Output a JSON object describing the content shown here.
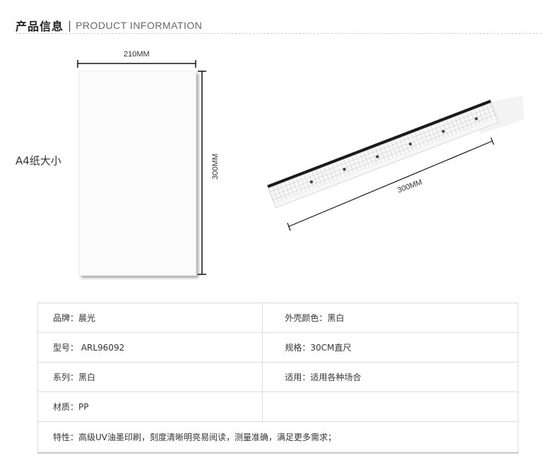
{
  "header": {
    "title_cn": "产品信息",
    "separator": "|",
    "title_en": "PRODUCT INFORMATION"
  },
  "paper_figure": {
    "width_label": "210MM",
    "height_label": "300MM",
    "side_label": "A4纸大小"
  },
  "ruler_figure": {
    "length_label": "300MM"
  },
  "specs": {
    "brand": "品牌：晨光",
    "shell_color": "外壳颜色：黑白",
    "model": "型号： ARL96092",
    "size": "规格：30CM直尺",
    "series": "系列：黑白",
    "usage": "适用：适用各种场合",
    "material": "材质：PP",
    "features": "特性：高级UV油墨印刷，刻度清晰明亮易阅读，测量准确，满足更多需求；"
  },
  "colors": {
    "text": "#333333",
    "border": "#dcdcdc",
    "ruler_dark": "#1a1a1a"
  }
}
